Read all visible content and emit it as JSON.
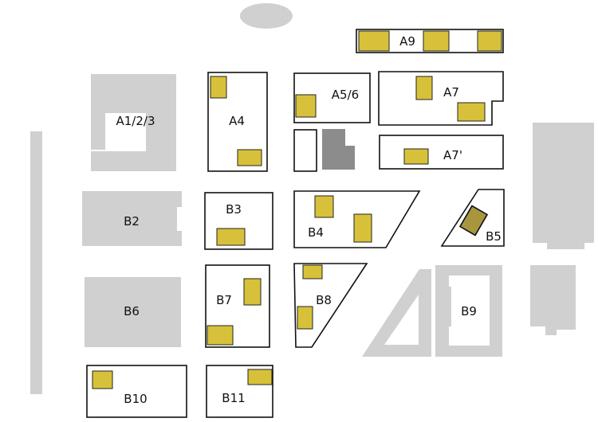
{
  "colors": {
    "building_gray": "#d0d0d0",
    "building_dark": "#8c8c8c",
    "highlight_yellow": "#d8c13a",
    "highlight_olive": "#a8963f",
    "outline": "#111111"
  },
  "labels": {
    "a123": "A1/2/3",
    "a4": "A4",
    "a56": "A5/6",
    "a7": "A7",
    "a7p": "A7'",
    "a9": "A9",
    "b2": "B2",
    "b3": "B3",
    "b4": "B4",
    "b5": "B5",
    "b6": "B6",
    "b7": "B7",
    "b8": "B8",
    "b9": "B9",
    "b10": "B10",
    "b11": "B11"
  }
}
